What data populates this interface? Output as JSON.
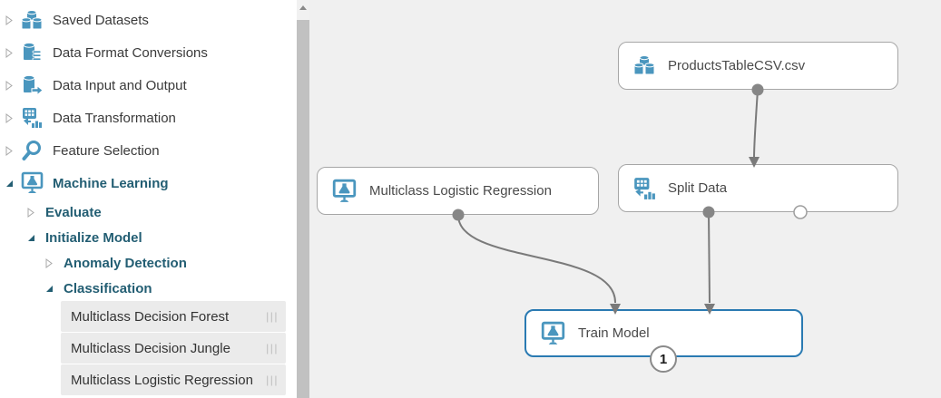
{
  "colors": {
    "icon_blue": "#4A96BE",
    "accent_teal": "#235E73",
    "node_border_gray": "#A6A6A6",
    "selected_node_border": "#2A7AB2",
    "wire_gray": "#7A7A7A",
    "canvas_bg": "#F0F0F0",
    "module_row_bg": "#EBEBEB",
    "scrollbar_thumb": "#C1C1C1"
  },
  "sidebar": {
    "items": [
      {
        "label": "Saved Datasets",
        "level": 0,
        "expanded": false,
        "icon": "datasets-icon"
      },
      {
        "label": "Data Format Conversions",
        "level": 0,
        "expanded": false,
        "icon": "format-conversions-icon"
      },
      {
        "label": "Data Input and Output",
        "level": 0,
        "expanded": false,
        "icon": "input-output-icon"
      },
      {
        "label": "Data Transformation",
        "level": 0,
        "expanded": false,
        "icon": "transformation-icon"
      },
      {
        "label": "Feature Selection",
        "level": 0,
        "expanded": false,
        "icon": "feature-selection-icon"
      },
      {
        "label": "Machine Learning",
        "level": 0,
        "expanded": true,
        "icon": "machine-learning-icon"
      },
      {
        "label": "Evaluate",
        "level": 1,
        "expanded": false
      },
      {
        "label": "Initialize Model",
        "level": 1,
        "expanded": true
      },
      {
        "label": "Anomaly Detection",
        "level": 2,
        "expanded": false
      },
      {
        "label": "Classification",
        "level": 2,
        "expanded": true
      }
    ],
    "modules": [
      {
        "label": "Multiclass Decision Forest"
      },
      {
        "label": "Multiclass Decision Jungle"
      },
      {
        "label": "Multiclass Logistic Regression"
      }
    ]
  },
  "canvas": {
    "nodes": [
      {
        "label": "ProductsTableCSV.csv",
        "icon": "datasets-icon",
        "selected": false
      },
      {
        "label": "Multiclass Logistic Regression",
        "icon": "machine-learning-icon",
        "selected": false
      },
      {
        "label": "Split Data",
        "icon": "transformation-icon",
        "selected": false
      },
      {
        "label": "Train Model",
        "icon": "machine-learning-icon",
        "selected": true,
        "badge": "1"
      }
    ]
  }
}
